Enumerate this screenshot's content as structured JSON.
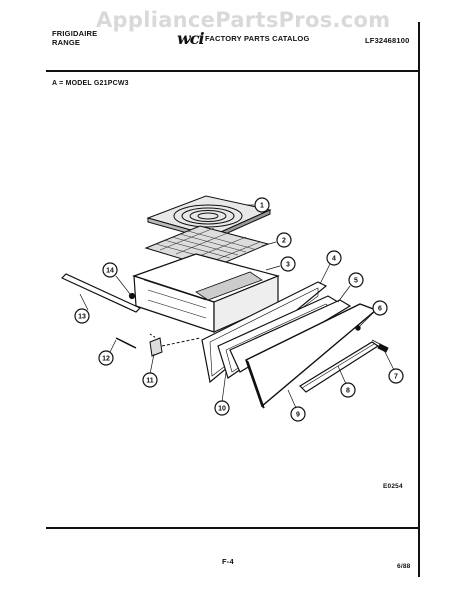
{
  "watermark": "AppliancePartsPros.com",
  "header": {
    "brand_line1": "FRIGIDAIRE",
    "brand_line2": "RANGE",
    "logo_text": "wci",
    "catalog_title": "FACTORY PARTS CATALOG",
    "catalog_number": "LF32468100",
    "model_line": "A = MODEL G21PCW3"
  },
  "callouts": [
    "1",
    "2",
    "3",
    "4",
    "5",
    "6",
    "7",
    "8",
    "9",
    "10",
    "11",
    "12",
    "13",
    "14"
  ],
  "footer": {
    "drawing_code": "E0254",
    "page_number": "F-4",
    "date": "6/88"
  }
}
